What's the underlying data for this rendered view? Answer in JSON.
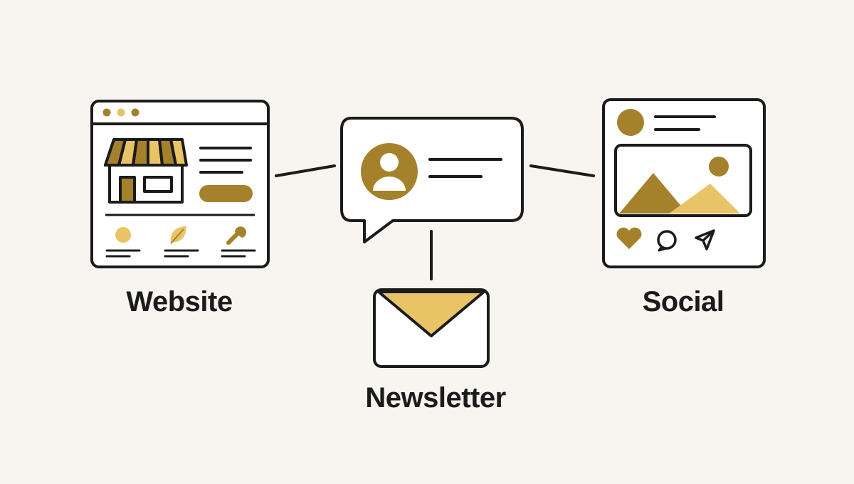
{
  "labels": {
    "website": "Website",
    "newsletter": "Newsletter",
    "social": "Social"
  },
  "colors": {
    "background": "#f8f5f0",
    "stroke": "#1b1b1b",
    "gold_dark": "#a5812c",
    "gold_light": "#e8c466",
    "panel": "#ffffff"
  },
  "icons": {
    "website": [
      "browser-window-icon",
      "storefront-icon",
      "circle-icon",
      "leaf-icon",
      "wrench-icon"
    ],
    "center": [
      "chat-bubble-icon",
      "user-avatar-icon"
    ],
    "newsletter": [
      "envelope-icon"
    ],
    "social": [
      "social-post-icon",
      "mountain-image-icon",
      "heart-icon",
      "comment-icon",
      "send-icon"
    ]
  }
}
